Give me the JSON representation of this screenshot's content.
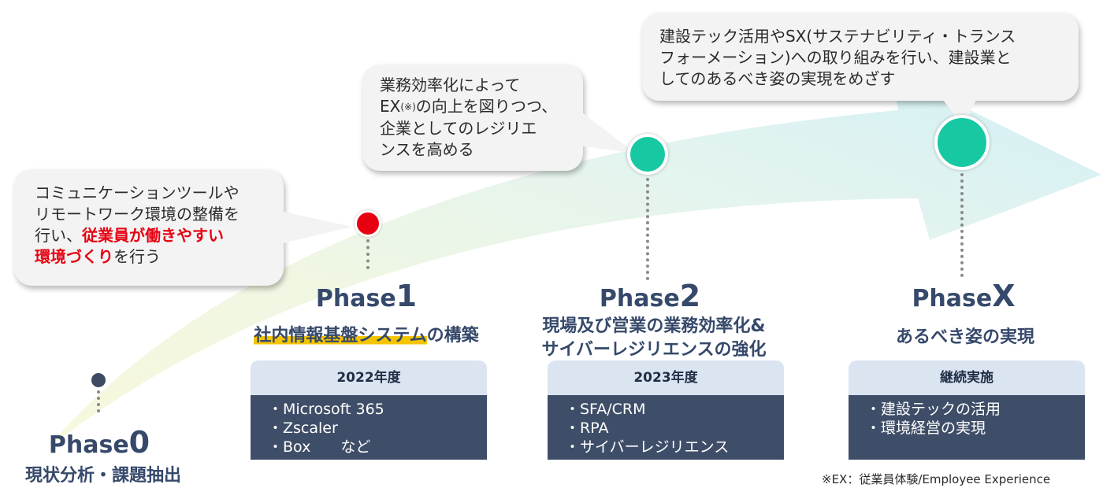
{
  "bubbles": {
    "phase1": {
      "lines": [
        "コミュニケーションツールや",
        "リモートワーク環境の整備を"
      ],
      "line3_pre": "行い、",
      "line3_red": "従業員が働きやすい",
      "line4_red": "環境づくり",
      "line4_post": "を行う"
    },
    "phase2": {
      "line1": "業務効率化によって",
      "line2_pre": "EX",
      "line2_sup": "(※)",
      "line2_post": "の向上を図りつつ、",
      "line3": "企業としてのレジリエ",
      "line4": "ンスを高める"
    },
    "phasex": {
      "lines": [
        "建設テック活用やSX(サステナビリティ・トランス",
        "フォーメーション)への取り組みを行い、建設業と",
        "してのあるべき姿の実現をめざす"
      ]
    }
  },
  "phases": {
    "p0": {
      "word": "Phase",
      "num": "0",
      "subtitle": "現状分析・課題抽出"
    },
    "p1": {
      "word": "Phase",
      "num": "1",
      "subtitle_hl": "社内情報基盤システム",
      "subtitle_rest": "の構築",
      "card": {
        "header": "2022年度",
        "items": [
          "・Microsoft 365",
          "・Zscaler",
          "・Box　　など"
        ]
      }
    },
    "p2": {
      "word": "Phase",
      "num": "2",
      "subtitle_lines": [
        "現場及び営業の業務効率化&",
        "サイバーレジリエンスの強化"
      ],
      "card": {
        "header": "2023年度",
        "items": [
          "・SFA/CRM",
          "・RPA",
          "・サイバーレジリエンス"
        ]
      }
    },
    "px": {
      "word": "Phase",
      "num": "X",
      "subtitle": "あるべき姿の実現",
      "card": {
        "header": "継続実施",
        "items": [
          "・建設テックの活用",
          "・環境経営の実現"
        ]
      }
    }
  },
  "footnote": "※EX：従業員体験/Employee Experience",
  "colors": {
    "phase_text": "#36496b",
    "highlight": "#f5c400",
    "emphasis_red": "#e60012",
    "dot_p0": "#3e4b63",
    "dot_p1": "#e60012",
    "dot_p2": "#16c9a2",
    "dot_px": "#16c9a2",
    "card_header": "#dbe4f1",
    "card_body": "#3f4e68"
  }
}
